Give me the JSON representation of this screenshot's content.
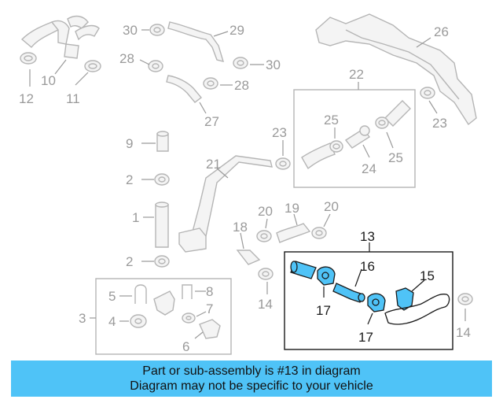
{
  "labels": {
    "n1": "1",
    "n2a": "2",
    "n2b": "2",
    "n3": "3",
    "n4": "4",
    "n5": "5",
    "n6": "6",
    "n7": "7",
    "n8": "8",
    "n9": "9",
    "n10": "10",
    "n11": "11",
    "n12": "12",
    "n13": "13",
    "n14a": "14",
    "n14b": "14",
    "n15": "15",
    "n16": "16",
    "n17a": "17",
    "n17b": "17",
    "n18": "18",
    "n19": "19",
    "n20a": "20",
    "n20b": "20",
    "n21": "21",
    "n22": "22",
    "n23a": "23",
    "n23b": "23",
    "n24": "24",
    "n25a": "25",
    "n25b": "25",
    "n26": "26",
    "n27": "27",
    "n28a": "28",
    "n28b": "28",
    "n29": "29",
    "n30a": "30",
    "n30b": "30"
  },
  "banner": {
    "line1": "Part or sub-assembly is #13 in diagram",
    "line2": "Diagram may not be specific to your vehicle"
  },
  "colors": {
    "highlight": "#4fc3f7",
    "faded": "#9a9a9a"
  }
}
